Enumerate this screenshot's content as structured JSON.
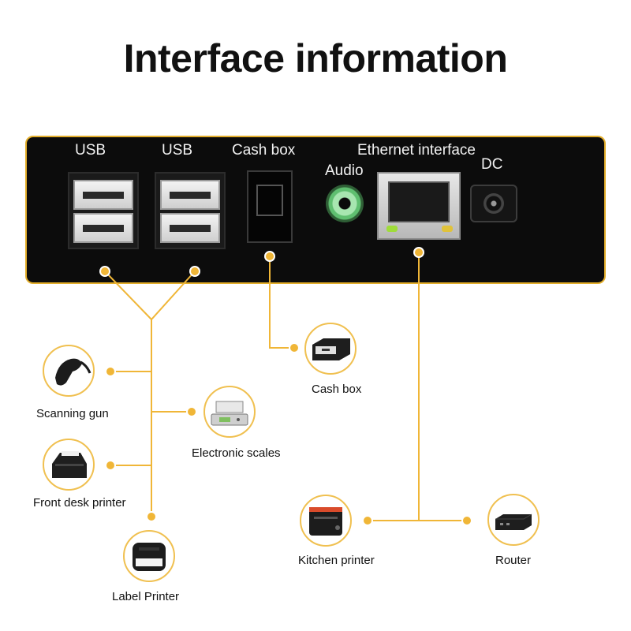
{
  "title": "Interface information",
  "colors": {
    "accent": "#f0b637",
    "panel": "#0c0c0c",
    "panel_border": "#e3ae2b"
  },
  "ports": {
    "usb1": "USB",
    "usb2": "USB",
    "cash_box": "Cash box",
    "audio": "Audio",
    "ethernet": "Ethernet interface",
    "dc": "DC"
  },
  "devices": {
    "scanning_gun": {
      "label": "Scanning gun",
      "icon": "barcode-scanner-icon"
    },
    "electronic_scales": {
      "label": "Electronic scales",
      "icon": "scale-icon"
    },
    "front_desk_printer": {
      "label": "Front desk printer",
      "icon": "receipt-printer-icon"
    },
    "label_printer": {
      "label": "Label Printer",
      "icon": "label-printer-icon"
    },
    "cash_box": {
      "label": "Cash box",
      "icon": "cash-drawer-icon"
    },
    "kitchen_printer": {
      "label": "Kitchen printer",
      "icon": "kitchen-printer-icon"
    },
    "router": {
      "label": "Router",
      "icon": "router-icon"
    }
  }
}
